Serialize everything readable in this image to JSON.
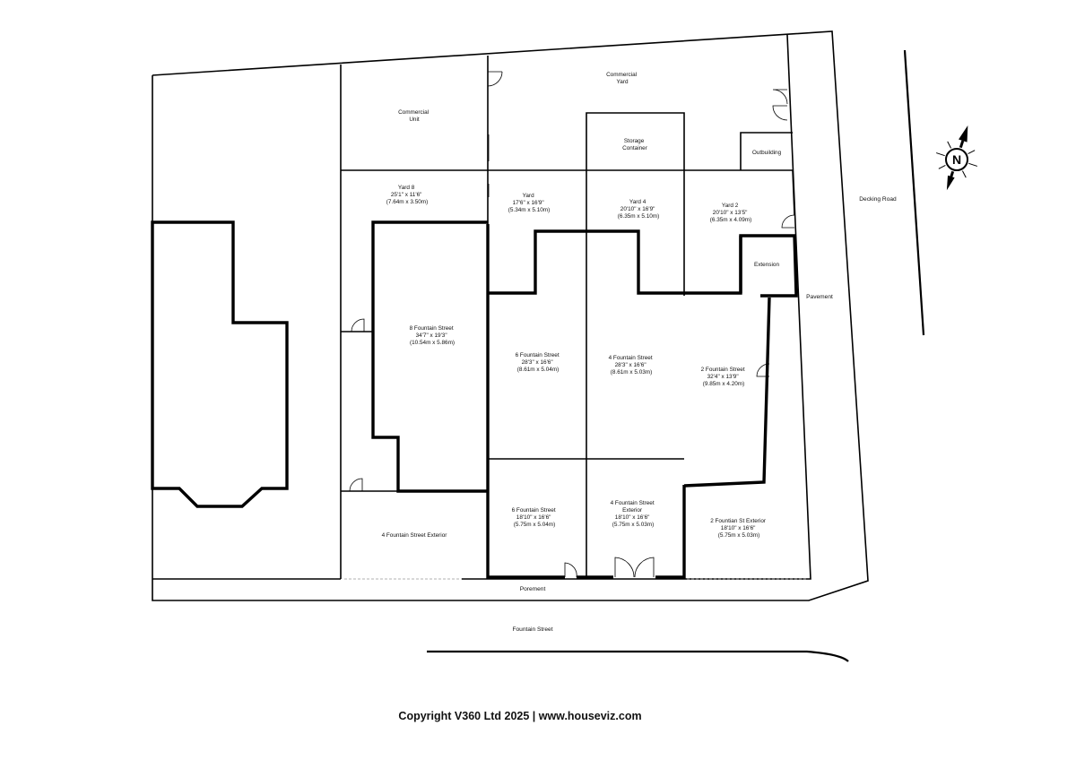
{
  "rooms": {
    "commercial_unit": {
      "line1": "Commercial",
      "line2": "Unit"
    },
    "commercial_yard": {
      "line1": "Commercial",
      "line2": "Yard"
    },
    "storage_container": {
      "line1": "Storage",
      "line2": "Container"
    },
    "outbuilding": {
      "line1": "Outbuilding"
    },
    "yard_8": {
      "line1": "Yard 8",
      "line2": "25'1\" x 11'6\"",
      "line3": "(7.64m x 3.50m)"
    },
    "yard": {
      "line1": "Yard",
      "line2": "17'6\" x 16'9\"",
      "line3": "(5.34m x 5.10m)"
    },
    "yard_4": {
      "line1": "Yard 4",
      "line2": "20'10\" x 16'9\"",
      "line3": "(6.35m x 5.10m)"
    },
    "yard_2": {
      "line1": "Yard 2",
      "line2": "20'10\" x 13'5\"",
      "line3": "(6.35m x 4.09m)"
    },
    "extension": {
      "line1": "Extension"
    },
    "fountain_8": {
      "line1": "8 Fountain Street",
      "line2": "34'7\" x 19'3\"",
      "line3": "(10.54m x 5.86m)"
    },
    "fountain_6": {
      "line1": "6 Fountain Street",
      "line2": "28'3\" x 16'6\"",
      "line3": "(8.61m x 5.04m)"
    },
    "fountain_4": {
      "line1": "4 Fountain Street",
      "line2": "28'3\" x 16'6\"",
      "line3": "(8.61m x 5.03m)"
    },
    "fountain_2": {
      "line1": "2 Fountain Street",
      "line2": "32'4\" x 13'9\"",
      "line3": "(9.85m x 4.20m)"
    },
    "fountain_6_front": {
      "line1": "6 Fountain Street",
      "line2": "18'10\" x 16'6\"",
      "line3": "(5.75m x 5.04m)"
    },
    "fountain_4_exterior": {
      "line1": "4 Fountain Street",
      "line2": "Exterior",
      "line3": "18'10\" x 16'6\"",
      "line4": "(5.75m x 5.03m)"
    },
    "fountain_2_exterior": {
      "line1": "2 Fountian St Exterior",
      "line2": "18'10\" x 16'6\"",
      "line3": "(5.75m x 5.03m)"
    },
    "fountain_4_exterior_left": {
      "line1": "4 Fountain Street Exterior"
    }
  },
  "streets": {
    "pavement": "Pavement",
    "porement": "Porement",
    "fountain_street": "Fountain Street",
    "decking_road": "Decking Road"
  },
  "compass": {
    "label": "N"
  },
  "footer": {
    "copyright": "Copyright V360 Ltd 2025 | www.houseviz.com"
  }
}
